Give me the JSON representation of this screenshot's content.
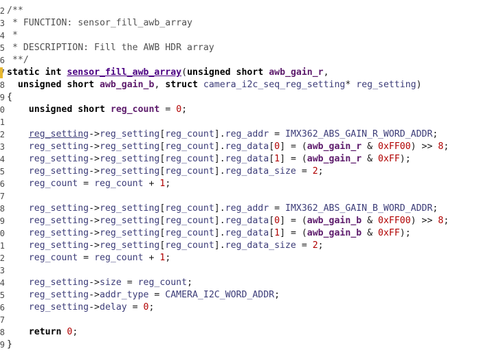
{
  "editor": {
    "gutter_numbers": [
      "2",
      "3",
      "4",
      "5",
      "6",
      "7",
      "8",
      "9",
      "0",
      "1",
      "2",
      "3",
      "4",
      "5",
      "6",
      "7",
      "8",
      "9",
      "0",
      "1",
      "2",
      "3",
      "4",
      "5",
      "6",
      "7",
      "8",
      "9"
    ],
    "lines": [
      [
        {
          "t": "/**",
          "c": "cmt"
        }
      ],
      [
        {
          "t": " * FUNCTION: sensor_fill_awb_array",
          "c": "cmt"
        }
      ],
      [
        {
          "t": " *",
          "c": "cmt"
        }
      ],
      [
        {
          "t": " * DESCRIPTION: Fill the AWB HDR array",
          "c": "cmt"
        }
      ],
      [
        {
          "t": " **/",
          "c": "cmt"
        }
      ],
      [
        {
          "t": "static",
          "c": "kw"
        },
        {
          "t": " ",
          "c": "pun"
        },
        {
          "t": "int",
          "c": "kw"
        },
        {
          "t": " ",
          "c": "pun"
        },
        {
          "t": "sensor_fill_awb_array",
          "c": "fn ul"
        },
        {
          "t": "(",
          "c": "pun"
        },
        {
          "t": "unsigned",
          "c": "kw"
        },
        {
          "t": " ",
          "c": "pun"
        },
        {
          "t": "short",
          "c": "kw"
        },
        {
          "t": " ",
          "c": "pun"
        },
        {
          "t": "awb_gain_r",
          "c": "par"
        },
        {
          "t": ",",
          "c": "pun"
        }
      ],
      [
        {
          "t": "  ",
          "c": "pun"
        },
        {
          "t": "unsigned",
          "c": "kw"
        },
        {
          "t": " ",
          "c": "pun"
        },
        {
          "t": "short",
          "c": "kw"
        },
        {
          "t": " ",
          "c": "pun"
        },
        {
          "t": "awb_gain_b",
          "c": "par"
        },
        {
          "t": ", ",
          "c": "pun"
        },
        {
          "t": "struct",
          "c": "kw"
        },
        {
          "t": " ",
          "c": "pun"
        },
        {
          "t": "camera_i2c_seq_reg_setting",
          "c": "id"
        },
        {
          "t": "* ",
          "c": "pun"
        },
        {
          "t": "reg_setting",
          "c": "id"
        },
        {
          "t": ")",
          "c": "pun"
        }
      ],
      [
        {
          "t": "{",
          "c": "pun"
        }
      ],
      [
        {
          "t": "    ",
          "c": "pun"
        },
        {
          "t": "unsigned",
          "c": "kw"
        },
        {
          "t": " ",
          "c": "pun"
        },
        {
          "t": "short",
          "c": "kw"
        },
        {
          "t": " ",
          "c": "pun"
        },
        {
          "t": "reg_count",
          "c": "par"
        },
        {
          "t": " = ",
          "c": "pun"
        },
        {
          "t": "0",
          "c": "num"
        },
        {
          "t": ";",
          "c": "pun"
        }
      ],
      [],
      [
        {
          "t": "    ",
          "c": "pun"
        },
        {
          "t": "reg_setting",
          "c": "id ul"
        },
        {
          "t": "->",
          "c": "pun"
        },
        {
          "t": "reg_setting",
          "c": "id"
        },
        {
          "t": "[",
          "c": "pun"
        },
        {
          "t": "reg_count",
          "c": "id"
        },
        {
          "t": "].",
          "c": "pun"
        },
        {
          "t": "reg_addr",
          "c": "id"
        },
        {
          "t": " = ",
          "c": "pun"
        },
        {
          "t": "IMX362_ABS_GAIN_R_WORD_ADDR",
          "c": "id"
        },
        {
          "t": ";",
          "c": "pun"
        }
      ],
      [
        {
          "t": "    ",
          "c": "pun"
        },
        {
          "t": "reg_setting",
          "c": "id"
        },
        {
          "t": "->",
          "c": "pun"
        },
        {
          "t": "reg_setting",
          "c": "id"
        },
        {
          "t": "[",
          "c": "pun"
        },
        {
          "t": "reg_count",
          "c": "id"
        },
        {
          "t": "].",
          "c": "pun"
        },
        {
          "t": "reg_data",
          "c": "id"
        },
        {
          "t": "[",
          "c": "pun"
        },
        {
          "t": "0",
          "c": "num"
        },
        {
          "t": "] = (",
          "c": "pun"
        },
        {
          "t": "awb_gain_r",
          "c": "par"
        },
        {
          "t": " & ",
          "c": "pun"
        },
        {
          "t": "0xFF00",
          "c": "num"
        },
        {
          "t": ") >> ",
          "c": "pun"
        },
        {
          "t": "8",
          "c": "num"
        },
        {
          "t": ";",
          "c": "pun"
        }
      ],
      [
        {
          "t": "    ",
          "c": "pun"
        },
        {
          "t": "reg_setting",
          "c": "id"
        },
        {
          "t": "->",
          "c": "pun"
        },
        {
          "t": "reg_setting",
          "c": "id"
        },
        {
          "t": "[",
          "c": "pun"
        },
        {
          "t": "reg_count",
          "c": "id"
        },
        {
          "t": "].",
          "c": "pun"
        },
        {
          "t": "reg_data",
          "c": "id"
        },
        {
          "t": "[",
          "c": "pun"
        },
        {
          "t": "1",
          "c": "num"
        },
        {
          "t": "] = (",
          "c": "pun"
        },
        {
          "t": "awb_gain_r",
          "c": "par"
        },
        {
          "t": " & ",
          "c": "pun"
        },
        {
          "t": "0xFF",
          "c": "num"
        },
        {
          "t": ");",
          "c": "pun"
        }
      ],
      [
        {
          "t": "    ",
          "c": "pun"
        },
        {
          "t": "reg_setting",
          "c": "id"
        },
        {
          "t": "->",
          "c": "pun"
        },
        {
          "t": "reg_setting",
          "c": "id"
        },
        {
          "t": "[",
          "c": "pun"
        },
        {
          "t": "reg_count",
          "c": "id"
        },
        {
          "t": "].",
          "c": "pun"
        },
        {
          "t": "reg_data_size",
          "c": "id"
        },
        {
          "t": " = ",
          "c": "pun"
        },
        {
          "t": "2",
          "c": "num"
        },
        {
          "t": ";",
          "c": "pun"
        }
      ],
      [
        {
          "t": "    ",
          "c": "pun"
        },
        {
          "t": "reg_count",
          "c": "id"
        },
        {
          "t": " = ",
          "c": "pun"
        },
        {
          "t": "reg_count",
          "c": "id"
        },
        {
          "t": " + ",
          "c": "pun"
        },
        {
          "t": "1",
          "c": "num"
        },
        {
          "t": ";",
          "c": "pun"
        }
      ],
      [],
      [
        {
          "t": "    ",
          "c": "pun"
        },
        {
          "t": "reg_setting",
          "c": "id"
        },
        {
          "t": "->",
          "c": "pun"
        },
        {
          "t": "reg_setting",
          "c": "id"
        },
        {
          "t": "[",
          "c": "pun"
        },
        {
          "t": "reg_count",
          "c": "id"
        },
        {
          "t": "].",
          "c": "pun"
        },
        {
          "t": "reg_addr",
          "c": "id"
        },
        {
          "t": " = ",
          "c": "pun"
        },
        {
          "t": "IMX362_ABS_GAIN_B_WORD_ADDR",
          "c": "id"
        },
        {
          "t": ";",
          "c": "pun"
        }
      ],
      [
        {
          "t": "    ",
          "c": "pun"
        },
        {
          "t": "reg_setting",
          "c": "id"
        },
        {
          "t": "->",
          "c": "pun"
        },
        {
          "t": "reg_setting",
          "c": "id"
        },
        {
          "t": "[",
          "c": "pun"
        },
        {
          "t": "reg_count",
          "c": "id"
        },
        {
          "t": "].",
          "c": "pun"
        },
        {
          "t": "reg_data",
          "c": "id"
        },
        {
          "t": "[",
          "c": "pun"
        },
        {
          "t": "0",
          "c": "num"
        },
        {
          "t": "] = (",
          "c": "pun"
        },
        {
          "t": "awb_gain_b",
          "c": "par"
        },
        {
          "t": " & ",
          "c": "pun"
        },
        {
          "t": "0xFF00",
          "c": "num"
        },
        {
          "t": ") >> ",
          "c": "pun"
        },
        {
          "t": "8",
          "c": "num"
        },
        {
          "t": ";",
          "c": "pun"
        }
      ],
      [
        {
          "t": "    ",
          "c": "pun"
        },
        {
          "t": "reg_setting",
          "c": "id"
        },
        {
          "t": "->",
          "c": "pun"
        },
        {
          "t": "reg_setting",
          "c": "id"
        },
        {
          "t": "[",
          "c": "pun"
        },
        {
          "t": "reg_count",
          "c": "id"
        },
        {
          "t": "].",
          "c": "pun"
        },
        {
          "t": "reg_data",
          "c": "id"
        },
        {
          "t": "[",
          "c": "pun"
        },
        {
          "t": "1",
          "c": "num"
        },
        {
          "t": "] = (",
          "c": "pun"
        },
        {
          "t": "awb_gain_b",
          "c": "par"
        },
        {
          "t": " & ",
          "c": "pun"
        },
        {
          "t": "0xFF",
          "c": "num"
        },
        {
          "t": ");",
          "c": "pun"
        }
      ],
      [
        {
          "t": "    ",
          "c": "pun"
        },
        {
          "t": "reg_setting",
          "c": "id"
        },
        {
          "t": "->",
          "c": "pun"
        },
        {
          "t": "reg_setting",
          "c": "id"
        },
        {
          "t": "[",
          "c": "pun"
        },
        {
          "t": "reg_count",
          "c": "id"
        },
        {
          "t": "].",
          "c": "pun"
        },
        {
          "t": "reg_data_size",
          "c": "id"
        },
        {
          "t": " = ",
          "c": "pun"
        },
        {
          "t": "2",
          "c": "num"
        },
        {
          "t": ";",
          "c": "pun"
        }
      ],
      [
        {
          "t": "    ",
          "c": "pun"
        },
        {
          "t": "reg_count",
          "c": "id"
        },
        {
          "t": " = ",
          "c": "pun"
        },
        {
          "t": "reg_count",
          "c": "id"
        },
        {
          "t": " + ",
          "c": "pun"
        },
        {
          "t": "1",
          "c": "num"
        },
        {
          "t": ";",
          "c": "pun"
        }
      ],
      [],
      [
        {
          "t": "    ",
          "c": "pun"
        },
        {
          "t": "reg_setting",
          "c": "id"
        },
        {
          "t": "->",
          "c": "pun"
        },
        {
          "t": "size",
          "c": "id"
        },
        {
          "t": " = ",
          "c": "pun"
        },
        {
          "t": "reg_count",
          "c": "id"
        },
        {
          "t": ";",
          "c": "pun"
        }
      ],
      [
        {
          "t": "    ",
          "c": "pun"
        },
        {
          "t": "reg_setting",
          "c": "id"
        },
        {
          "t": "->",
          "c": "pun"
        },
        {
          "t": "addr_type",
          "c": "id"
        },
        {
          "t": " = ",
          "c": "pun"
        },
        {
          "t": "CAMERA_I2C_WORD_ADDR",
          "c": "id"
        },
        {
          "t": ";",
          "c": "pun"
        }
      ],
      [
        {
          "t": "    ",
          "c": "pun"
        },
        {
          "t": "reg_setting",
          "c": "id"
        },
        {
          "t": "->",
          "c": "pun"
        },
        {
          "t": "delay",
          "c": "id"
        },
        {
          "t": " = ",
          "c": "pun"
        },
        {
          "t": "0",
          "c": "num"
        },
        {
          "t": ";",
          "c": "pun"
        }
      ],
      [],
      [
        {
          "t": "    ",
          "c": "pun"
        },
        {
          "t": "return",
          "c": "kw"
        },
        {
          "t": " ",
          "c": "pun"
        },
        {
          "t": "0",
          "c": "num"
        },
        {
          "t": ";",
          "c": "pun"
        }
      ],
      [
        {
          "t": "}",
          "c": "pun"
        }
      ]
    ]
  },
  "colors": {
    "background": "#ffffff",
    "comment": "#505050",
    "function_name": "#4b0082",
    "parameter": "#5c1a6b",
    "identifier": "#3c3c78",
    "number": "#b00000",
    "caret_marker": "#e8b830"
  }
}
